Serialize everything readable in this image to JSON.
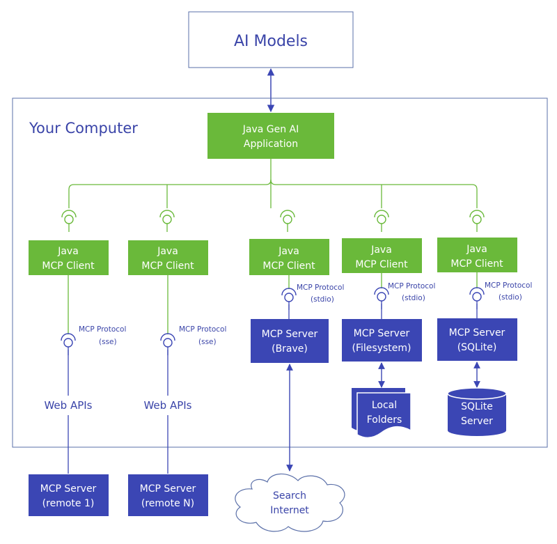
{
  "ai_models": "AI Models",
  "computer_label": "Your Computer",
  "app": {
    "line1": "Java Gen AI",
    "line2": "Application"
  },
  "clients": [
    {
      "line1": "Java",
      "line2": "MCP Client"
    },
    {
      "line1": "Java",
      "line2": "MCP Client"
    },
    {
      "line1": "Java",
      "line2": "MCP Client"
    },
    {
      "line1": "Java",
      "line2": "MCP Client"
    },
    {
      "line1": "Java",
      "line2": "MCP Client"
    }
  ],
  "protocols": [
    {
      "line1": "MCP Protocol",
      "line2": "(sse)"
    },
    {
      "line1": "MCP Protocol",
      "line2": "(sse)"
    },
    {
      "line1": "MCP Protocol",
      "line2": "(stdio)"
    },
    {
      "line1": "MCP Protocol",
      "line2": "(stdio)"
    },
    {
      "line1": "MCP Protocol",
      "line2": "(stdio)"
    }
  ],
  "web_apis": [
    "Web APIs",
    "Web APIs"
  ],
  "remote_servers": [
    {
      "line1": "MCP Server",
      "line2": "(remote 1)"
    },
    {
      "line1": "MCP Server",
      "line2": "(remote N)"
    }
  ],
  "local_servers": [
    {
      "line1": "MCP Server",
      "line2": "(Brave)"
    },
    {
      "line1": "MCP Server",
      "line2": "(Filesystem)"
    },
    {
      "line1": "MCP Server",
      "line2": "(SQLite)"
    }
  ],
  "local_folders": {
    "line1": "Local",
    "line2": "Folders"
  },
  "sqlite": {
    "line1": "SQLite",
    "line2": "Server"
  },
  "internet": {
    "line1": "Search",
    "line2": "Internet"
  },
  "colors": {
    "green": "#6ab93a",
    "blue": "#3b46b4",
    "text_blue": "#3a44a8",
    "border": "#5a6fa8"
  }
}
